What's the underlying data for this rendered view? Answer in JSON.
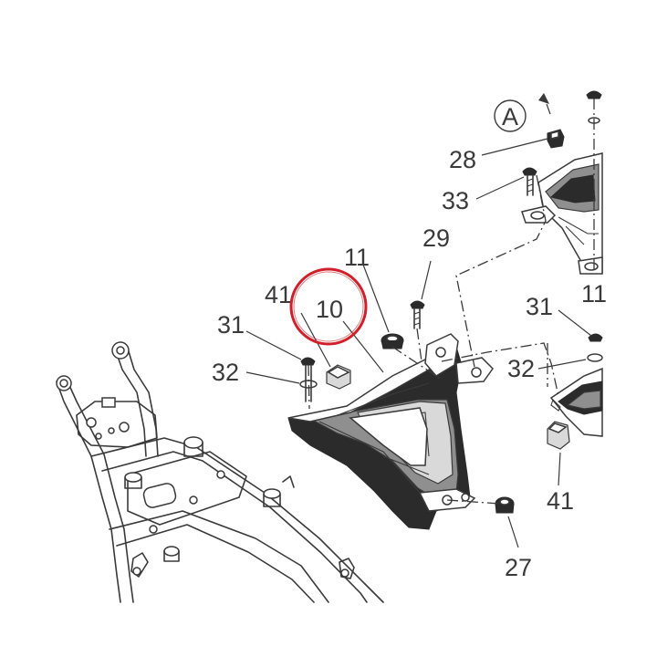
{
  "diagram": {
    "view_marker": "A",
    "callouts": [
      {
        "key": "c28",
        "text": "28"
      },
      {
        "key": "c33",
        "text": "33"
      },
      {
        "key": "c29",
        "text": "29"
      },
      {
        "key": "c11a",
        "text": "11"
      },
      {
        "key": "c11b",
        "text": "11"
      },
      {
        "key": "c41a",
        "text": "41"
      },
      {
        "key": "c10",
        "text": "10"
      },
      {
        "key": "c31a",
        "text": "31"
      },
      {
        "key": "c32a",
        "text": "32"
      },
      {
        "key": "c31b",
        "text": "31"
      },
      {
        "key": "c32b",
        "text": "32"
      },
      {
        "key": "c41b",
        "text": "41"
      },
      {
        "key": "c27",
        "text": "27"
      }
    ],
    "highlight": {
      "callout": "10",
      "color": "#d0202a"
    }
  }
}
